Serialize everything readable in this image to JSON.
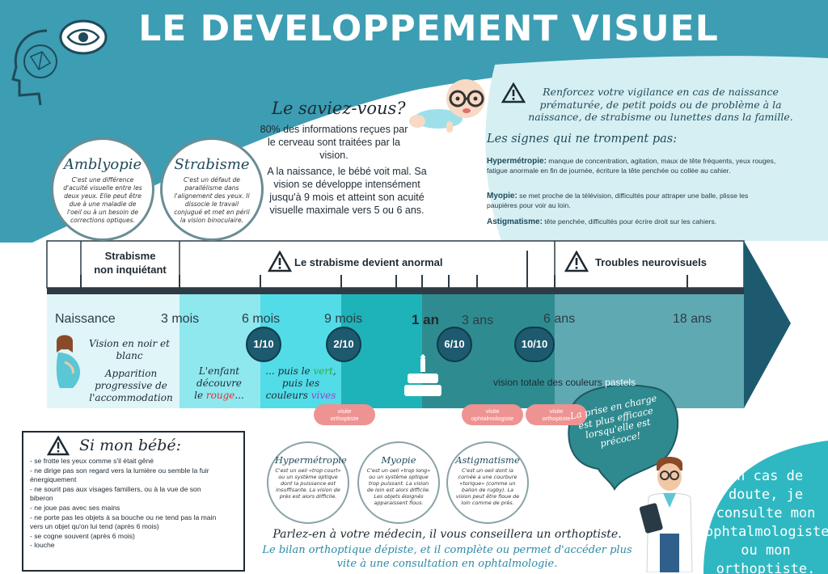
{
  "title": "LE DEVELOPPEMENT VISUEL",
  "circles": [
    {
      "title": "Amblyopie",
      "text": "C'est une différence d'acuité visuelle entre les deux yeux. Elle peut être due à une maladie de l'oeil ou à un besoin de corrections optiques."
    },
    {
      "title": "Strabisme",
      "text": "C'est un défaut de parallélisme dans l'alignement des yeux. Il dissocie le travail conjugué et met en péril la vision binoculaire."
    }
  ],
  "saviez": {
    "title": "Le saviez-vous?",
    "p1": "80% des informations reçues par le cerveau sont traitées par la vision.",
    "p2": "A la naissance, le bébé voit mal. Sa vision se développe intensément jusqu'à 9 mois et atteint son acuité visuelle maximale vers 5 ou 6 ans."
  },
  "warning": {
    "text": "Renforcez votre vigilance en cas de naissance prématurée, de petit poids ou de problème à la naissance, de strabisme ou lunettes dans la famille.",
    "signs_title": "Les signes qui ne trompent pas:",
    "signs": [
      {
        "label": "Hypermétropie:",
        "text": " manque de concentration, agitation, maux de tête fréquents, yeux rouges, fatigue anormale en fin de journée, écriture la tête penchée ou collée au cahier."
      },
      {
        "label": "Myopie:",
        "text": " se met proche de la télévision, difficultés pour attraper une balle, plisse les paupières pour voir au loin."
      },
      {
        "label": "Astigmatisme:",
        "text": " tête penchée, difficultés pour écrire droit sur les cahiers."
      }
    ]
  },
  "timeline": {
    "band1_line1": "Strabisme",
    "band1_line2": "non inquiétant",
    "band2": "Le strabisme devient anormal",
    "band3": "Troubles neurovisuels",
    "ages": [
      "Naissance",
      "3 mois",
      "6 mois",
      "9 mois",
      "1 an",
      "3 ans",
      "6 ans",
      "18 ans"
    ],
    "acuity": [
      "1/10",
      "2/10",
      "6/10",
      "10/10"
    ],
    "stage1_a": "Vision en noir et blanc",
    "stage1_b": "Apparition progressive de l'accommodation",
    "stage2_a": "L'enfant découvre",
    "stage2_b": "le ",
    "stage2_color": "rouge",
    "stage2_c": "...",
    "stage3_a": "... puis le ",
    "stage3_color1": "vert",
    "stage3_b": ",",
    "stage3_c": "puis les",
    "stage3_d": "couleurs ",
    "stage3_color2": "vives",
    "stage4_a": "vision totale des couleurs ",
    "stage4_color": "pastels",
    "pills": [
      {
        "l1": "visite",
        "l2": "orthoptiste"
      },
      {
        "l1": "visite",
        "l2": "ophtalmologiste"
      },
      {
        "l1": "visite",
        "l2": "orthoptiste"
      }
    ]
  },
  "sibebe": {
    "title": "Si mon bébé:",
    "items": [
      "- se frotte les yeux comme s'il était gêné",
      "- ne dirige pas son regard vers la lumière ou semble la fuir",
      "énergiquement",
      "- ne sourit pas aux visages familiers, ou à la vue de son",
      "biberon",
      "- ne joue pas avec ses mains",
      "- ne porte pas les objets à sa bouche ou ne tend pas la main",
      "vers un objet qu'on lui tend (après 6 mois)",
      "- se cogne souvent (après 6 mois)",
      "- louche"
    ]
  },
  "small_circles": [
    {
      "title": "Hypermétropie",
      "text": "C'est un oeil «trop court» ou un système optique dont la puissance est insuffisante. La vision de près est alors difficile."
    },
    {
      "title": "Myopie",
      "text": "C'est un oeil «trop long» ou un système optique trop puissant. La vision de loin est alors difficile. Les objets éloignés apparaissent flous."
    },
    {
      "title": "Astigmatisme",
      "text": "C'est un oeil dont la cornée a une courbure «torique» (comme un ballon de rugby). La vision peut être floue de loin comme de près."
    }
  ],
  "parlez": "Parlez-en à votre médecin, il vous conseillera un orthoptiste.",
  "bilan": "Le bilan orthoptique dépiste, et il complète ou permet d'accéder plus vite à une consultation en ophtalmologie.",
  "bubble": "La prise en charge est plus efficace lorsqu'elle est précoce!",
  "doute": "En cas de doute, je consulte mon ophtalmologiste ou mon orthoptiste.",
  "colors": {
    "teal_dark": "#3a9bb0",
    "teal_light": "#d8f0f3",
    "band_cyan": "#4fd5e2",
    "band_teal": "#1ab0b5",
    "band_dark": "#2f8a8f",
    "band_grey": "#5fa8b2",
    "red": "#e03030",
    "green": "#30b030",
    "purple": "#9a40d0",
    "pill": "#ee9292"
  }
}
